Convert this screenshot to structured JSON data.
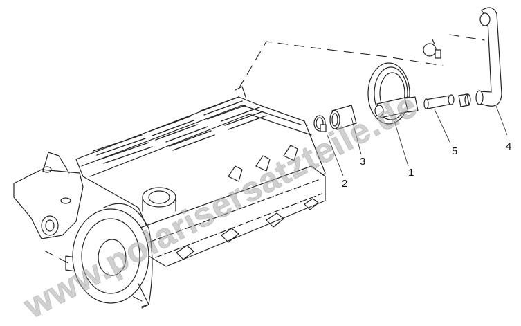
{
  "diagram": {
    "type": "exploded-parts-view",
    "subject": "engine cylinder head with valve cover and crankcase breather assembly",
    "callouts": [
      {
        "id": "1",
        "label": "1",
        "part": "breather valve / diaphragm housing"
      },
      {
        "id": "2",
        "label": "2",
        "part": "hose clamp"
      },
      {
        "id": "3",
        "label": "3",
        "part": "hose sleeve"
      },
      {
        "id": "4",
        "label": "4",
        "part": "breather hose (bent)"
      },
      {
        "id": "5",
        "label": "5",
        "part": "connector pipe"
      }
    ]
  },
  "watermark": {
    "text": "www.polarisersatzteile.de"
  }
}
